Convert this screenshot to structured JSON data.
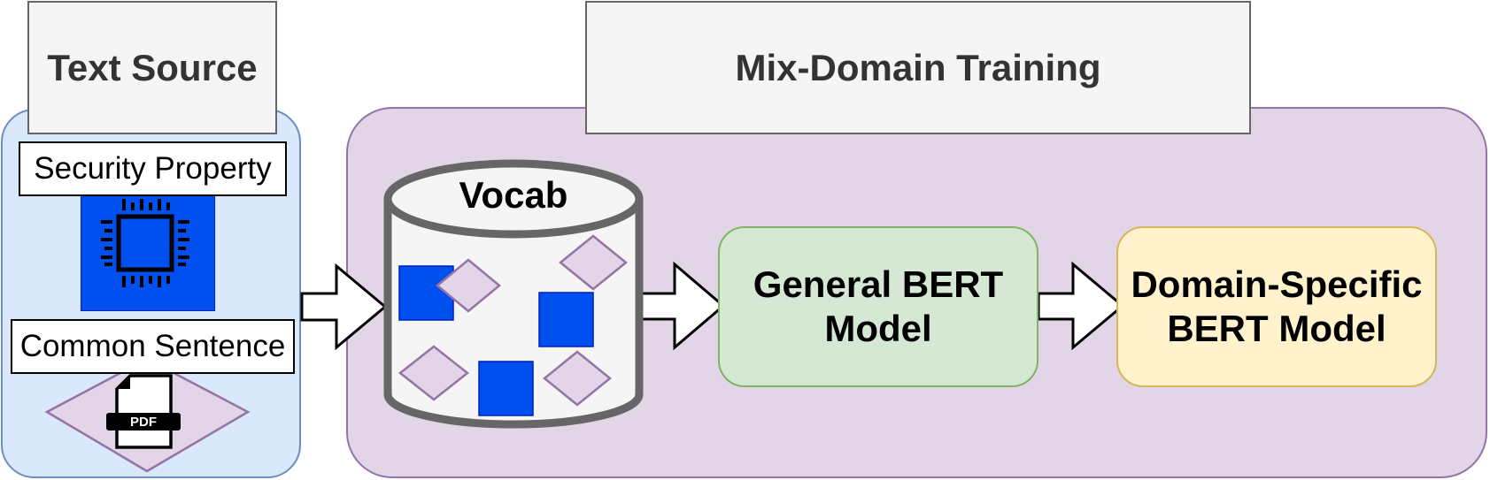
{
  "text_source": {
    "title": "Text Source",
    "security_label": "Security Property",
    "common_label": "Common Sentence",
    "pdf_label": "PDF"
  },
  "mix_domain": {
    "title": "Mix-Domain Training",
    "vocab_label": "Vocab",
    "general_model": "General BERT Model",
    "domain_model": "Domain-Specific BERT Model"
  },
  "icons": [
    "chip-icon",
    "pdf-file-icon"
  ],
  "colors": {
    "source_panel": "#dae8fc",
    "mix_panel": "#e1d5e7",
    "blue_square": "#0050ef",
    "general_model": "#d5e8d4",
    "domain_model": "#fff2cc"
  }
}
